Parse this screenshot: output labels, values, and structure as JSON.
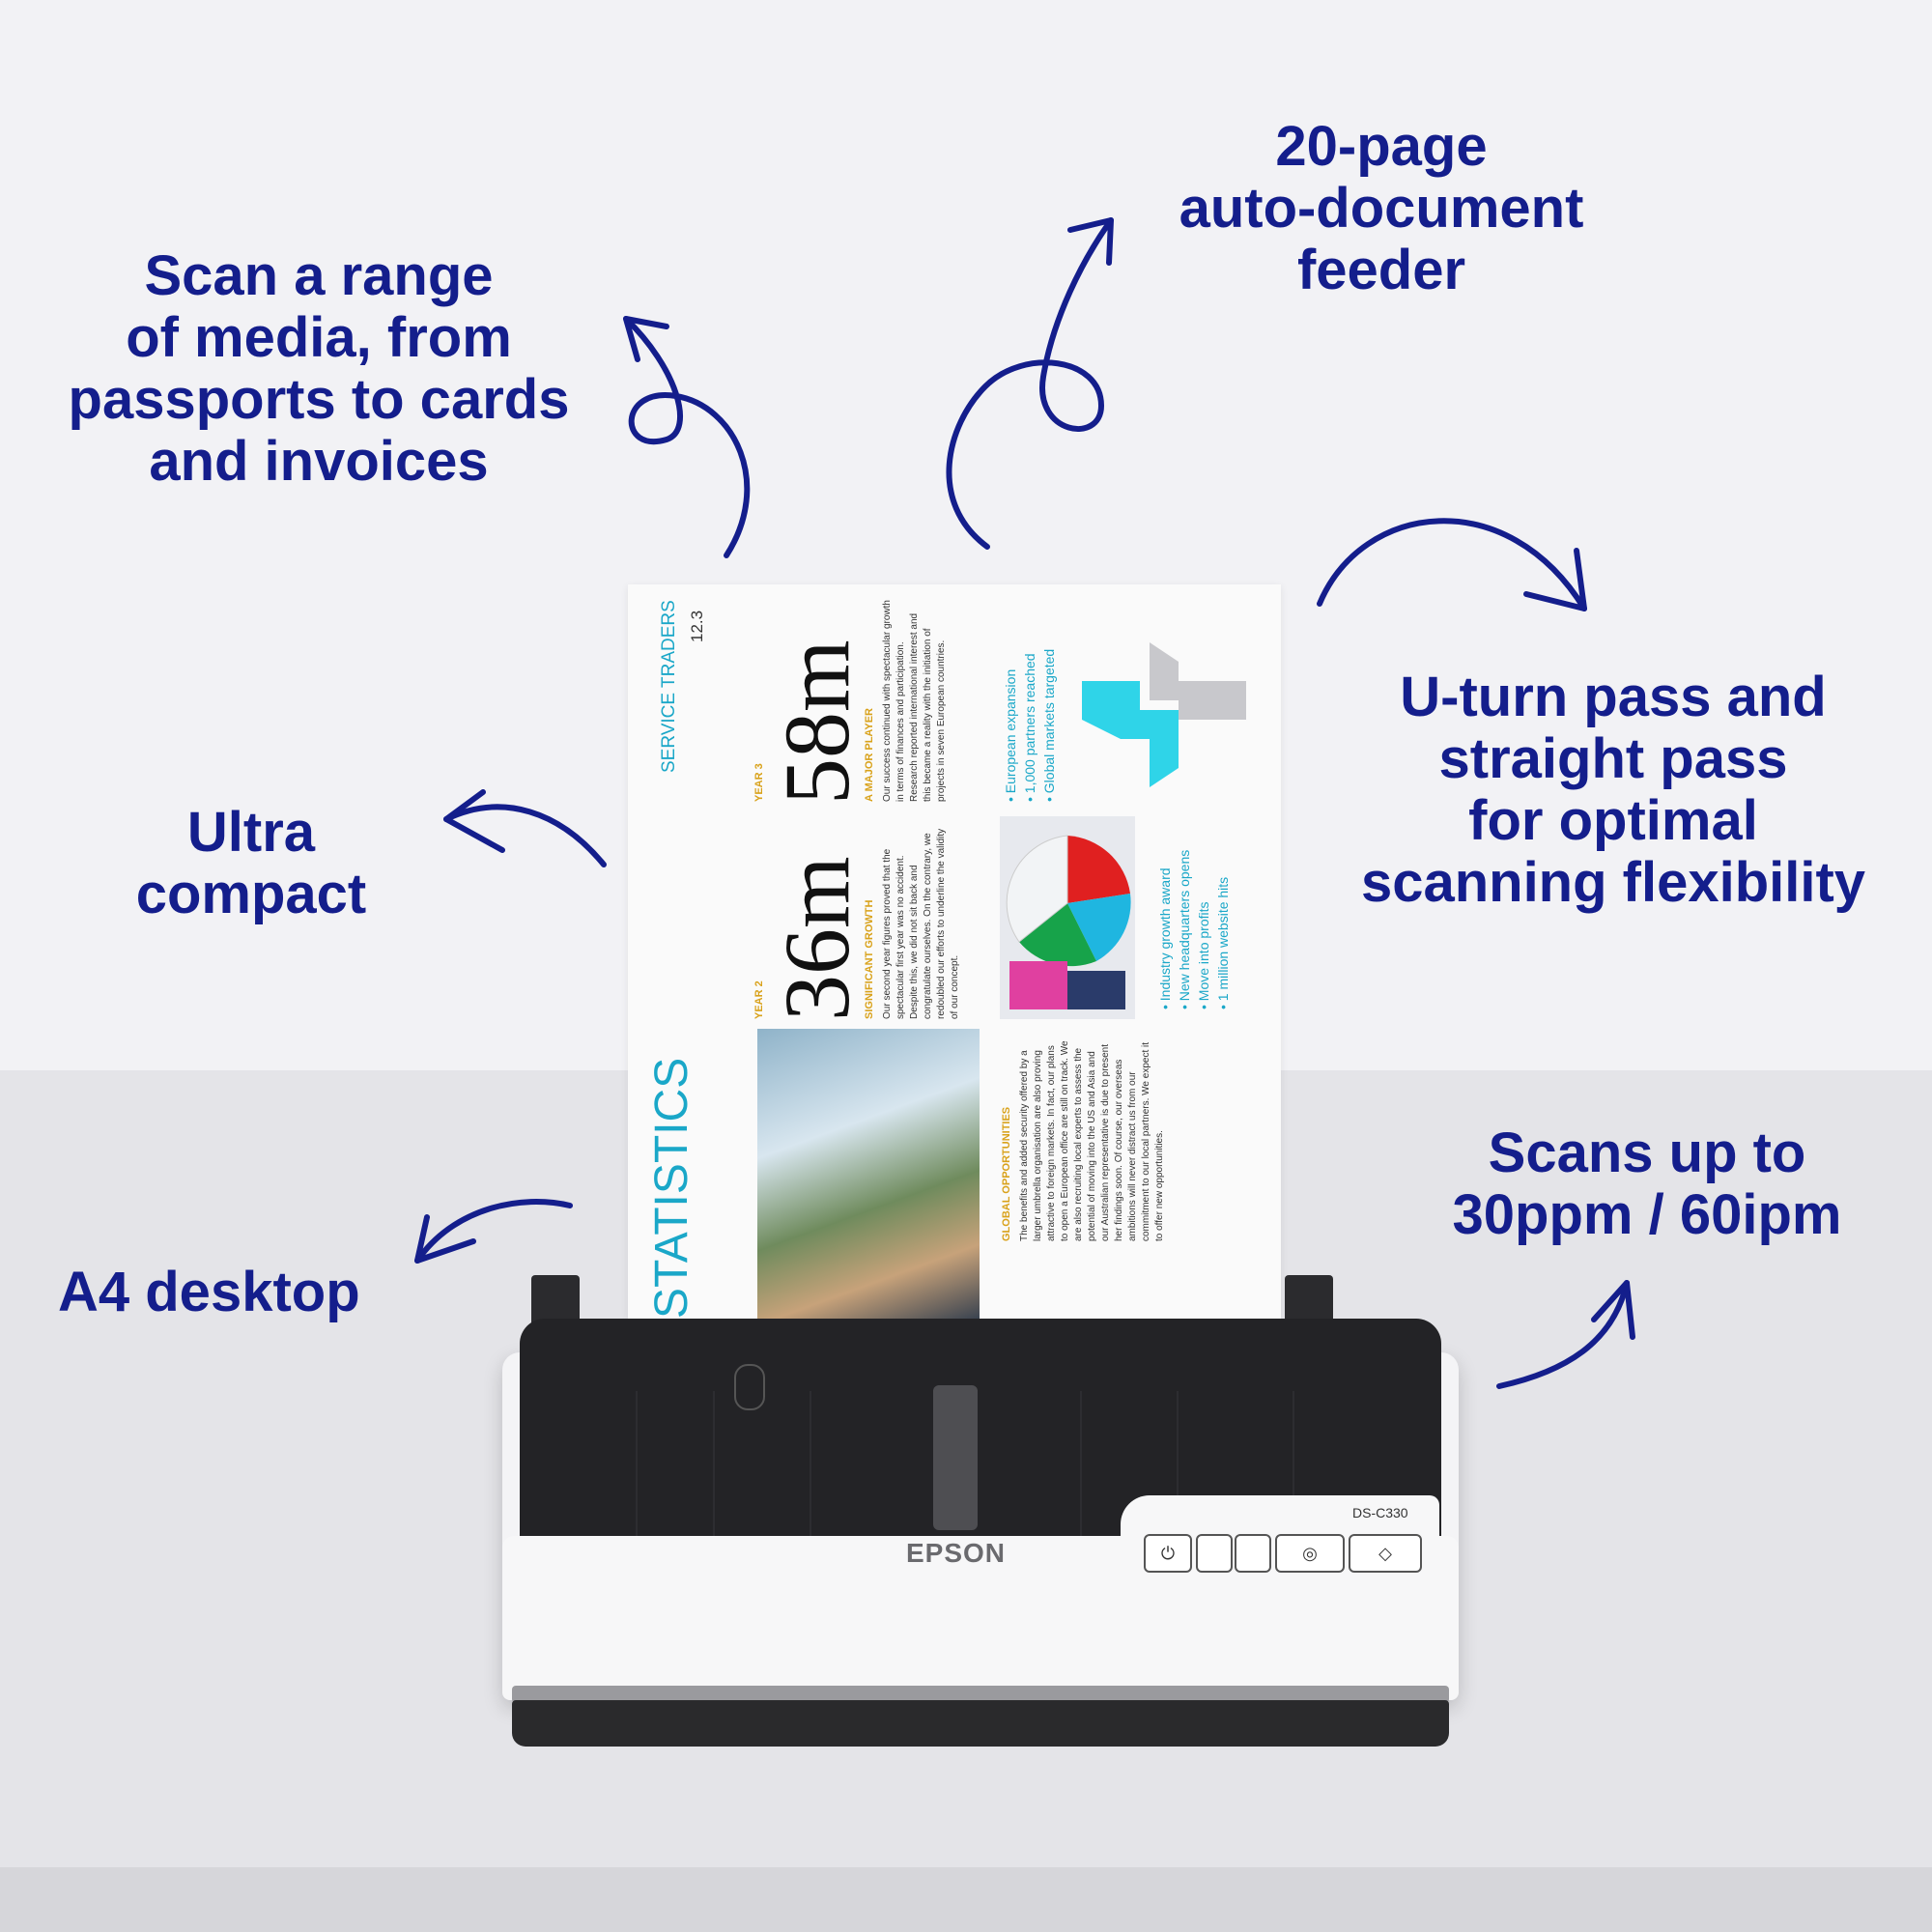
{
  "callouts": {
    "media": [
      "Scan a range",
      "of media, from",
      "passports to cards",
      "and invoices"
    ],
    "adf": [
      "20-page",
      "auto-document",
      "feeder"
    ],
    "compact": [
      "Ultra",
      "compact"
    ],
    "uturn": [
      "U-turn pass and",
      "straight pass",
      "for optimal",
      "scanning flexibility"
    ],
    "desktop": [
      "A4 desktop"
    ],
    "speed": [
      "Scans up to",
      "30ppm / 60ipm"
    ]
  },
  "colors": {
    "accent": "#141e8c",
    "cyan": "#1aa7c8",
    "gold": "#d9a21b"
  },
  "document": {
    "header": "SERVICE TRADERS",
    "header_num": "12.3",
    "title": "STATISTICS",
    "year3_label": "YEAR 3",
    "year3_value": "58m",
    "year3_heading": "A MAJOR PLAYER",
    "year3_body": "Our success continued with spectacular growth in terms of finances and participation. Research reported international interest and this became a reality with the initiation of projects in seven European countries.",
    "year2_label": "YEAR 2",
    "year2_value": "36m",
    "year2_heading": "SIGNIFICANT GROWTH",
    "year2_body": "Our second year figures proved that the spectacular first year was no accident. Despite this, we did not sit back and congratulate ourselves. On the contrary, we redoubled our efforts to underline the validity of our concept.",
    "bullets_a": [
      "• European expansion",
      "• 1,000 partners reached",
      "• Global markets targeted"
    ],
    "bullets_b": [
      "• Industry growth award",
      "• New headquarters opens",
      "• Move into profits",
      "• 1 million website hits"
    ],
    "global_heading": "GLOBAL OPPORTUNITIES",
    "global_body": "The benefits and added security offered by a larger umbrella organisation are also proving attractive to foreign markets. In fact, our plans to open a European office are still on track. We are also recruiting local experts to assess the potential of moving into the US and Asia and our Australian representative is due to present her findings soon. Of course, our overseas ambitions will never distract us from our commitment to our local partners. We expect it to offer new opportunities."
  },
  "scanner": {
    "brand": "EPSON",
    "model": "DS-C330",
    "buttons": [
      "power-icon",
      "blank",
      "blank",
      "wifi-scan-icon",
      "start-icon"
    ],
    "button_glyphs": [
      "⏻",
      "",
      "",
      "◎",
      "◇"
    ]
  }
}
